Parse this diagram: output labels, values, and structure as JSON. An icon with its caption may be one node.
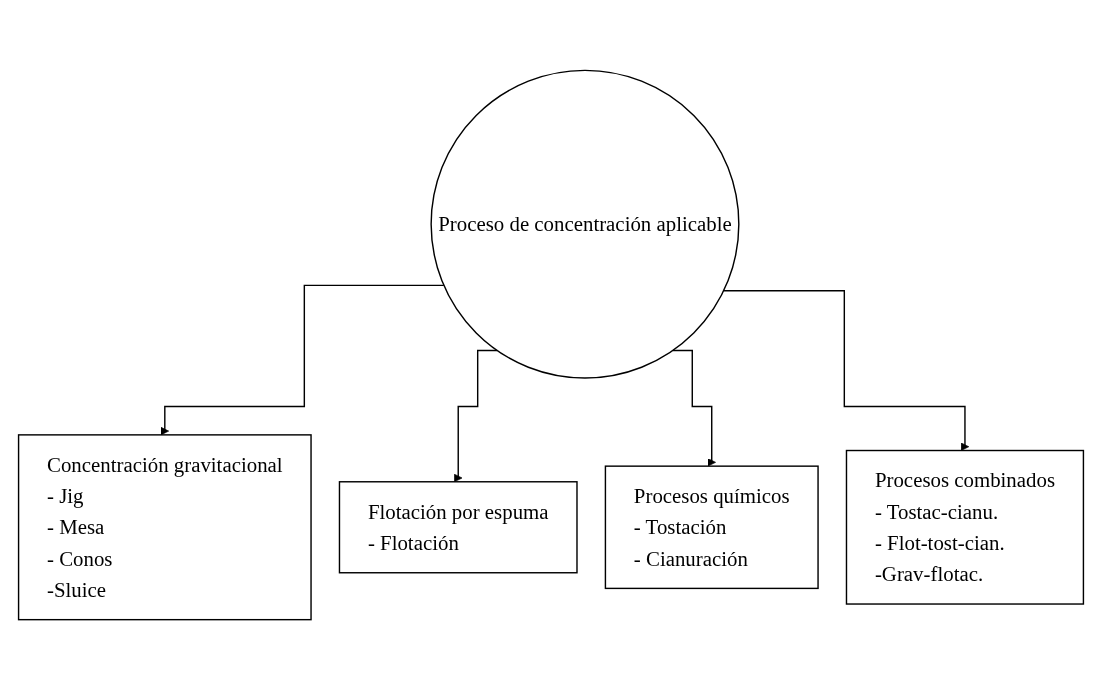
{
  "diagram": {
    "nodes": [
      {
        "text": [
          "Proceso de concentración aplicable"
        ]
      },
      {
        "text": [
          "Concentración gravitacional",
          "- Jig",
          "- Mesa",
          "- Conos",
          "-Sluice"
        ]
      },
      {
        "text": [
          "Flotación por espuma",
          "- Flotación"
        ]
      },
      {
        "text": [
          "Procesos químicos",
          "- Tostación",
          "- Cianuración"
        ]
      },
      {
        "text": [
          "Procesos combinados",
          "- Tostac-cianu.",
          "- Flot-tost-cian.",
          "-Grav-flotac."
        ]
      }
    ],
    "edges": [
      {
        "from": 0,
        "to": 1,
        "arrow": "to"
      },
      {
        "from": 0,
        "to": 2,
        "arrow": "to"
      },
      {
        "from": 0,
        "to": 3,
        "arrow": "to"
      },
      {
        "from": 0,
        "to": 4,
        "arrow": "to"
      }
    ]
  }
}
